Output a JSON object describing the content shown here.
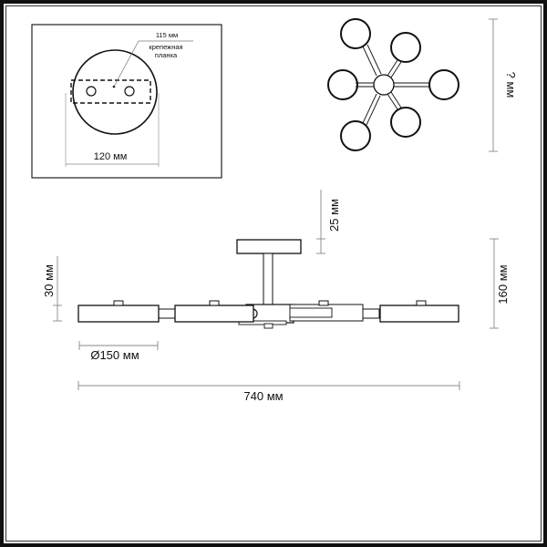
{
  "mount_plate_view": {
    "bracket_width_label": "115 мм",
    "bracket_name_line1": "крепежная",
    "bracket_name_line2": "планка",
    "plate_diameter_label": "120 мм"
  },
  "top_view": {
    "arm_count": 6,
    "diameter_label": "? мм"
  },
  "side_view": {
    "canopy_height_label": "25 мм",
    "shade_height_label": "30 мм",
    "total_height_label": "160 мм",
    "shade_diameter_label": "Ø150 мм",
    "total_width_label": "740 мм"
  },
  "colors": {
    "line": "#111111",
    "dimension": "#777777",
    "background": "#ffffff"
  }
}
